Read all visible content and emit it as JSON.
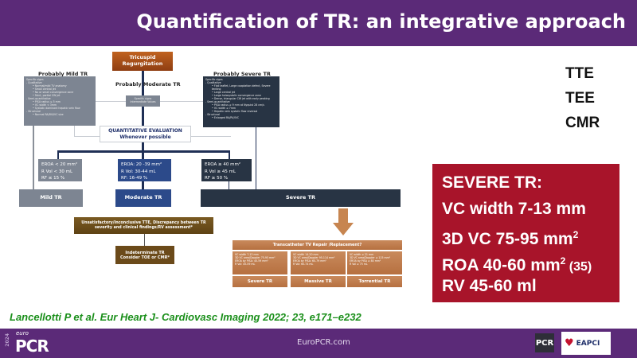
{
  "header": {
    "title": "Quantification of TR: an integrative approach"
  },
  "flowchart": {
    "root": "Tricuspid Regurgitation",
    "mild_label": "Probably Mild TR",
    "moderate_label": "Probably Moderate TR",
    "severe_label": "Probably Severe TR",
    "mild_signs": [
      "Specific signs",
      "- Qualitative",
      "• Normal/mild TV anatomy",
      "• Small central jet",
      "• No or small convergence zone",
      "• Faint, partial CW jet",
      "- Semi-quantitative",
      "• PISA radius ≤ 5 mm",
      "• VC width < 3mm",
      "• Systolic dominant hepatic vein flow",
      "- Structural",
      "• Normal RA/RV/IVC size"
    ],
    "moderate_signs": [
      "Specific signs",
      "Intermediate Values"
    ],
    "severe_signs": [
      "Specific signs",
      "- Qualitative",
      "• Flail leaflet, Large coaptation defect, Severe tenting",
      "• Large central jet",
      "• Large holosystolic convergence zone",
      "• Dense, triangular CW jet with early peaking",
      "- Semi-quantitative",
      "• PISA radius ≥ 9 mm at Nyquist 28 cm/s",
      "• VC width ≥ 7mm",
      "• Hepatic vein systolic flow reversal",
      "- Structural",
      "• Enlarged RA/RV/IVC"
    ],
    "quant_title": "QUANTITATIVE EVALUATION",
    "quant_sub": "Whenever possible",
    "mild_criteria": [
      "EROA < 20 mm²",
      "R Vol < 30 mL",
      "RF ≤ 15 %"
    ],
    "moderate_criteria": [
      "EROA: 20 -39 mm²",
      "R Vol: 30-44 mL",
      "RF: 16-49 %"
    ],
    "severe_criteria": [
      "EROA ≥ 40 mm²",
      "R Vol ≥ 45 mL",
      "RF ≥ 50 %"
    ],
    "mild_result": "Mild TR",
    "moderate_result": "Moderate TR",
    "severe_result": "Severe TR",
    "discrepancy": "Unsatisfactory/Inconclusive TTE, Discrepancy between TR severity and clinical findings/RV assessment*",
    "indeterminate": [
      "Indeterminate TR",
      "Consider TOE or CMR*"
    ],
    "transcatheter": "Transcatheter TV Repair /Replacement?",
    "grades": [
      {
        "criteria": [
          "VC width 7-13 mm",
          "3D VC area/Doppler 75-95 mm²",
          "EROA by PISA: 40-59 mm²",
          "R Vol: 45-59 mL"
        ],
        "label": "Severe TR"
      },
      {
        "criteria": [
          "VC width 14-20 mm",
          "3D VC area/Doppler 95-114 mm²",
          "EROA by PISA: 60-79 mm²",
          "R Vol: 60-74 mL"
        ],
        "label": "Massive TR"
      },
      {
        "criteria": [
          "VC width ≥ 21 mm",
          "3D VC area/Doppler ≥ 115 mm²",
          "EROA by PISA ≥ 80 mm²",
          "R Vol ≥ 75 mL"
        ],
        "label": "Torrential TR"
      }
    ]
  },
  "modalities": [
    "TTE",
    "TEE",
    "CMR"
  ],
  "severe_box": {
    "heading": "SEVERE TR:",
    "lines": [
      {
        "text": "VC width 7-13 mm",
        "sup": "",
        "suffix": ""
      },
      {
        "text": "3D VC 75-95 mm",
        "sup": "2",
        "suffix": ""
      },
      {
        "text": "ROA 40-60 mm",
        "sup": "2",
        "suffix": " (35)"
      },
      {
        "text": "RV 45-60 ml",
        "sup": "",
        "suffix": ""
      }
    ]
  },
  "citation": "Lancellotti P et al. Eur Heart J- Cardiovasc Imaging 2022; 23, e171–e232",
  "footer": {
    "year": "2024",
    "logo_euro": "euro",
    "logo_pcr": "PCR",
    "url": "EuroPCR.com",
    "pcr_logo": "PCR",
    "eapci_logo": "EAPCI"
  },
  "colors": {
    "purple": "#5b2a78",
    "red": "#a8142a",
    "green": "#1a8f1a",
    "navy": "#2c4a8a",
    "dark": "#283444",
    "gray": "#7d8592"
  }
}
